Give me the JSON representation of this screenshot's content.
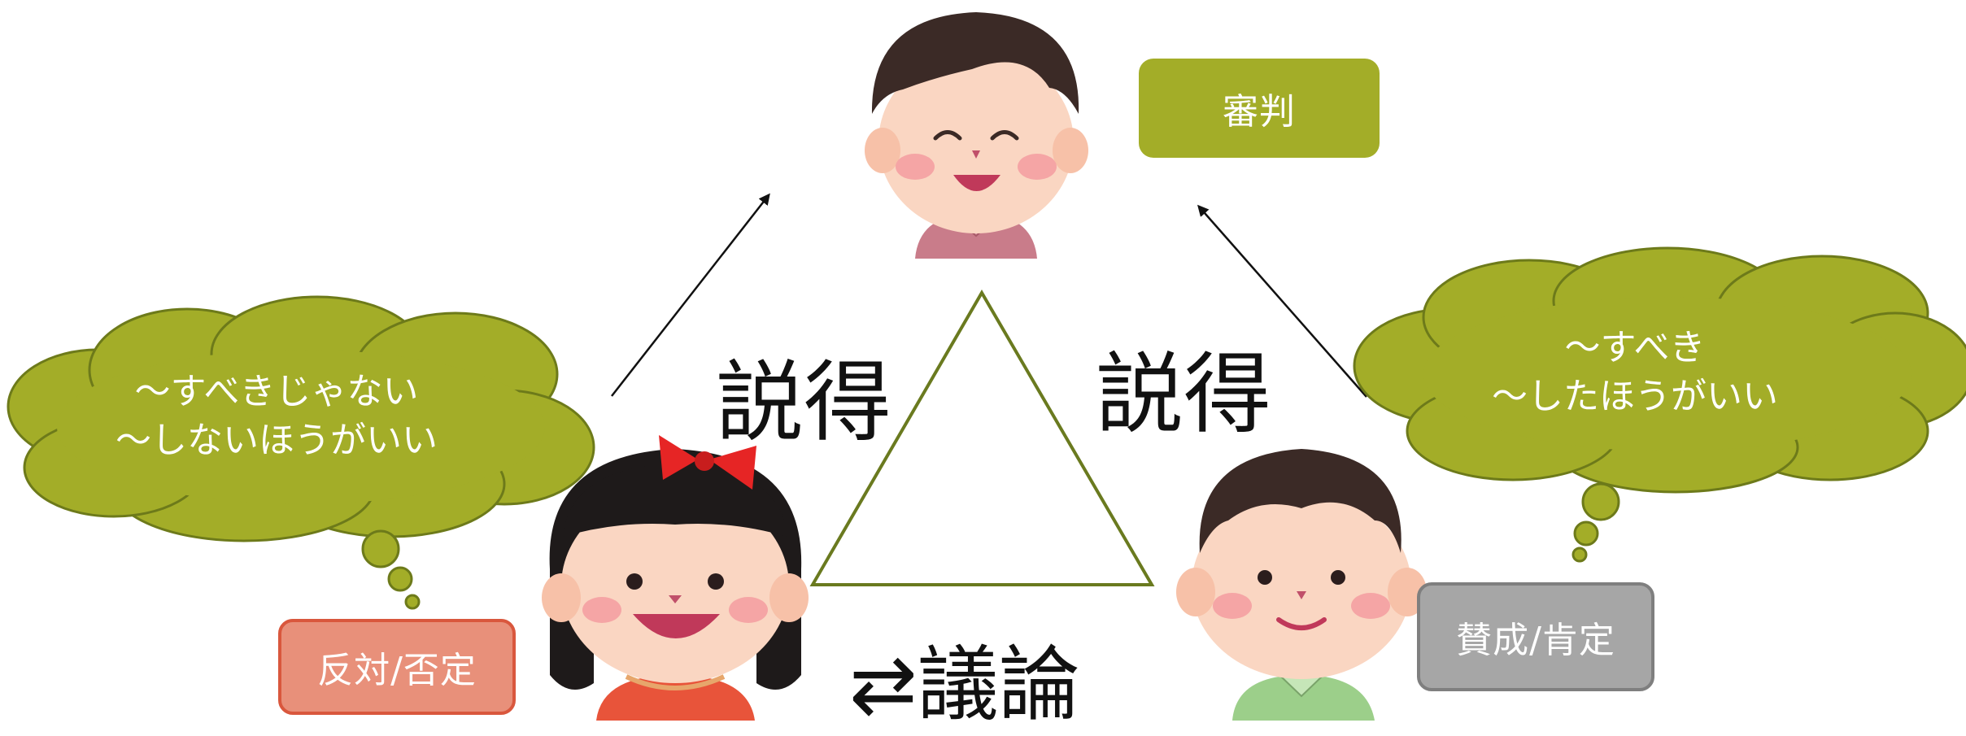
{
  "roles": {
    "judge": "審判",
    "against": "反対/否定",
    "for": "賛成/肯定"
  },
  "labels": {
    "persuade_left": "説得",
    "persuade_right": "説得",
    "debate": "⇄議論"
  },
  "thoughts": {
    "left": [
      "～すべきじゃない",
      "～しないほうがいい"
    ],
    "right": [
      "～すべき",
      "～したほうがいい"
    ]
  },
  "colors": {
    "cloud": "#a3ad28",
    "judge_box": "#a3ad28",
    "against_box": "#e8907a",
    "for_box": "#a6a6a6",
    "triangle": "#6a7a1f"
  },
  "figures": [
    "judge-child-icon",
    "girl-child-icon",
    "boy-child-icon"
  ]
}
